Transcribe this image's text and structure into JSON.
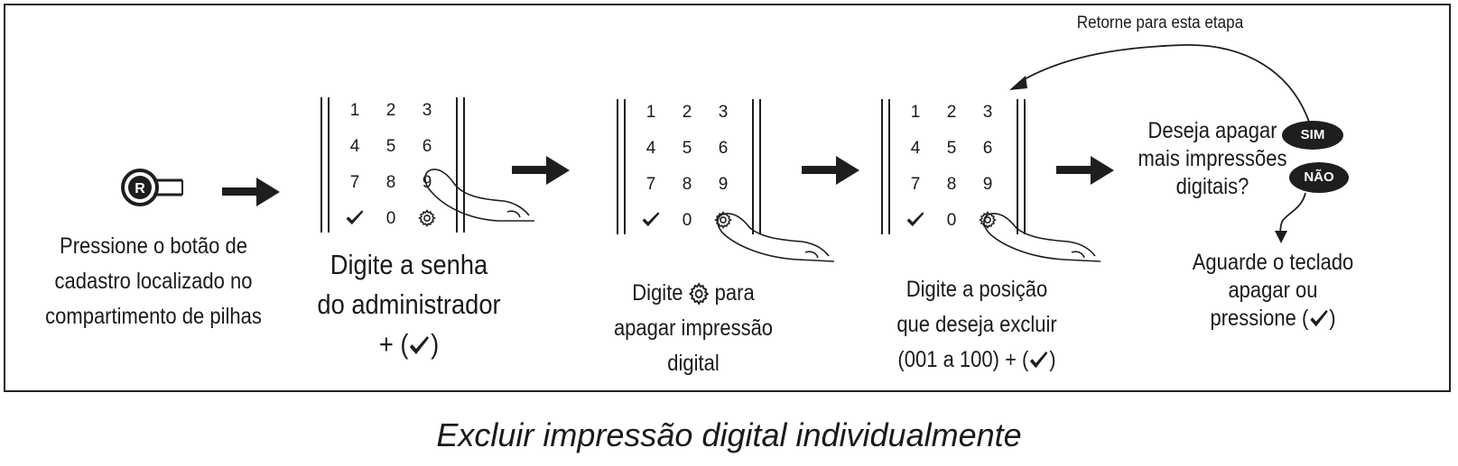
{
  "title": "Excluir impressão digital individualmente",
  "steps": [
    {
      "lines": [
        "Pressione o botão de",
        "cadastro localizado no",
        "compartimento de pilhas"
      ]
    },
    {
      "lines": [
        "Digite a senha",
        "do administrador",
        "+ (",
        ")"
      ]
    },
    {
      "lines": [
        "Digite",
        "para",
        "apagar impressão",
        "digital"
      ]
    },
    {
      "lines": [
        "Digite a posição",
        "que deseja excluir",
        "(001 a 100) + (",
        ")"
      ]
    }
  ],
  "question": {
    "lines": [
      "Deseja apagar",
      "mais impressões",
      "digitais?"
    ]
  },
  "yes_label": "SIM",
  "no_label": "NÃO",
  "loop_label": "Retorne para esta etapa",
  "final": {
    "lines": [
      "Aguarde o teclado",
      "apagar ou",
      "pressione (",
      ")"
    ]
  },
  "keypad": {
    "rows": [
      [
        "1",
        "2",
        "3"
      ],
      [
        "4",
        "5",
        "6"
      ],
      [
        "7",
        "8",
        "9"
      ],
      [
        "check-icon",
        "0",
        "gear-icon"
      ]
    ]
  },
  "colors": {
    "ink": "#1e1e1e",
    "background": "#ffffff"
  }
}
